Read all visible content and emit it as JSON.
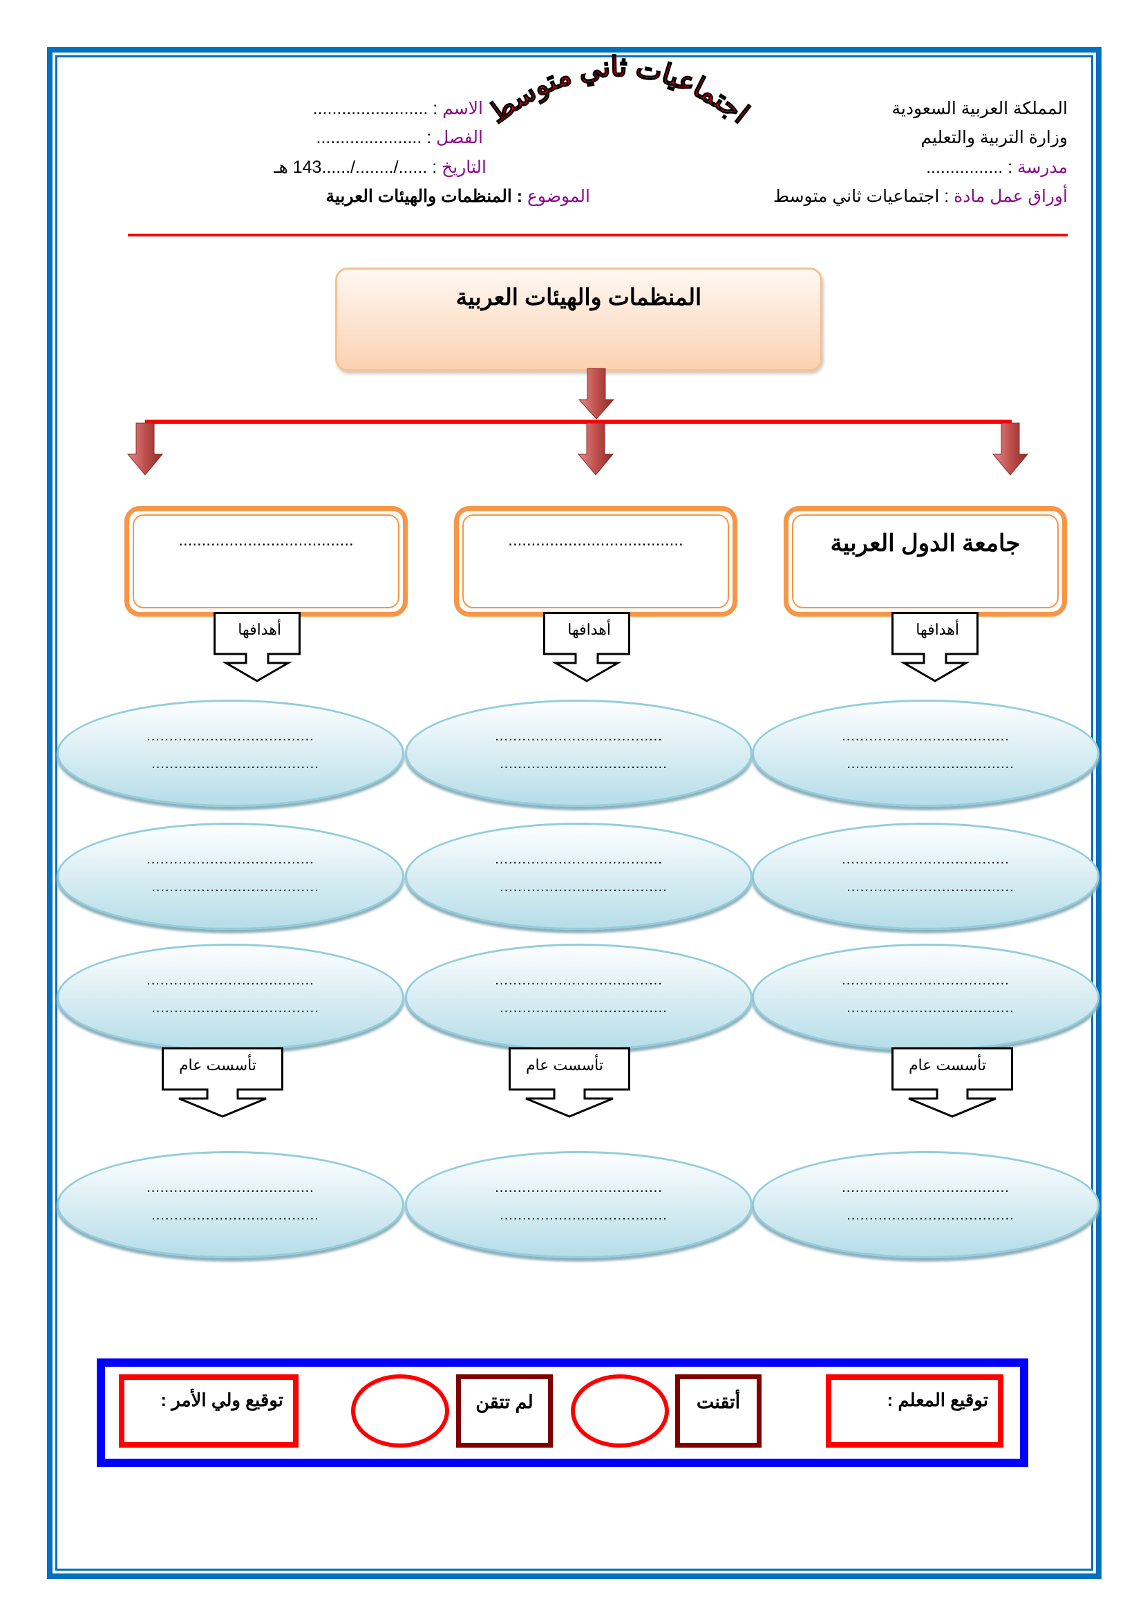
{
  "header": {
    "right": [
      "المملكة العربية السعودية",
      "وزارة التربية والتعليم"
    ],
    "school_label": "مدرسة",
    "school_value": " : ................",
    "subject_label": "أوراق عمل مادة",
    "subject_value": " : اجتماعيات  ثاني متوسط",
    "name_label": "الاسم",
    "name_value": "  :  ........................",
    "class_label": "الفصل",
    "class_value": "  :  ......................",
    "date_label": "التاريخ",
    "date_value": " : ....../......../......143 هـ",
    "topic_label": "الموضوع",
    "topic_value": " : المنظمات والهيئات العربية",
    "banner": "اجتماعيات ثاني متوسط"
  },
  "title": "المنظمات والهيئات العربية",
  "columns": [
    {
      "heading": "جامعة الدول العربية",
      "goals_label": "أهدافها",
      "founded_label": "تأسست عام"
    },
    {
      "heading": "......................................",
      "goals_label": "أهدافها",
      "founded_label": "تأسست عام"
    },
    {
      "heading": "......................................",
      "goals_label": "أهدافها",
      "founded_label": "تأسست عام"
    }
  ],
  "blank_line": ".....................................",
  "footer": {
    "teacher_sig": "توقيع المعلم :",
    "mastered": "أتقنت",
    "not_mastered": "لم تتقن",
    "parent_sig": "توقيع ولي الأمر :"
  }
}
